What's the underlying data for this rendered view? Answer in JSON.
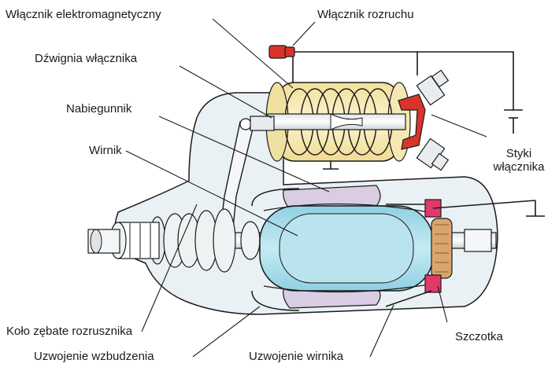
{
  "labels": {
    "wlacznik_elektromagnetyczny": "Włącznik elektromagnetyczny",
    "wlacznik_rozruchu": "Włącznik rozruchu",
    "dzwignia_wlacznika": "Dźwignia włącznika",
    "nabiegunnik": "Nabiegunnik",
    "wirnik": "Wirnik",
    "styki_wlacznika_line1": "Styki",
    "styki_wlacznika_line2": "włącznika",
    "kolo_zebate": "Koło zębate rozrusznika",
    "uzwojenie_wzbudzenia": "Uzwojenie wzbudzenia",
    "uzwojenie_wirnika": "Uzwojenie wirnika",
    "szczotka": "Szczotka"
  },
  "colors": {
    "housing": "#eaf1f4",
    "armature": "#a8dbe8",
    "solenoid": "#f7eab0",
    "field_shoe": "#d8cde3",
    "brush": "#e2386a",
    "contact": "#d9342b",
    "commutator": "#d9a56f",
    "line": "#1a1a1a"
  }
}
